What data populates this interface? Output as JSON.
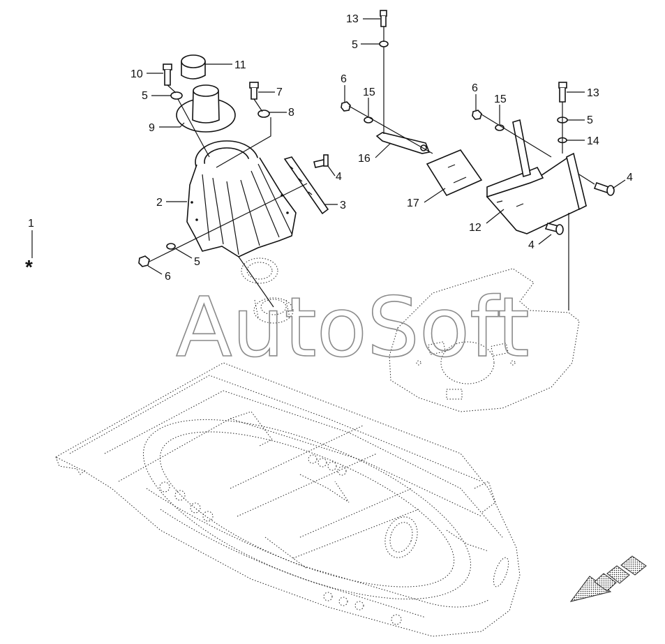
{
  "watermark": "AutoSoft",
  "callouts": {
    "c1": "1",
    "c2": "2",
    "c3": "3",
    "c4a": "4",
    "c4b": "4",
    "c4c": "4",
    "c5a": "5",
    "c5b": "5",
    "c5c": "5",
    "c5d": "5",
    "c6a": "6",
    "c6b": "6",
    "c6c": "6",
    "c7": "7",
    "c8": "8",
    "c9": "9",
    "c10": "10",
    "c11": "11",
    "c12": "12",
    "c13a": "13",
    "c13b": "13",
    "c14": "14",
    "c15a": "15",
    "c15b": "15",
    "c16": "16",
    "c17": "17"
  },
  "asterisk": "*",
  "icons": {
    "direction_arrow": "direction-arrow-icon"
  }
}
